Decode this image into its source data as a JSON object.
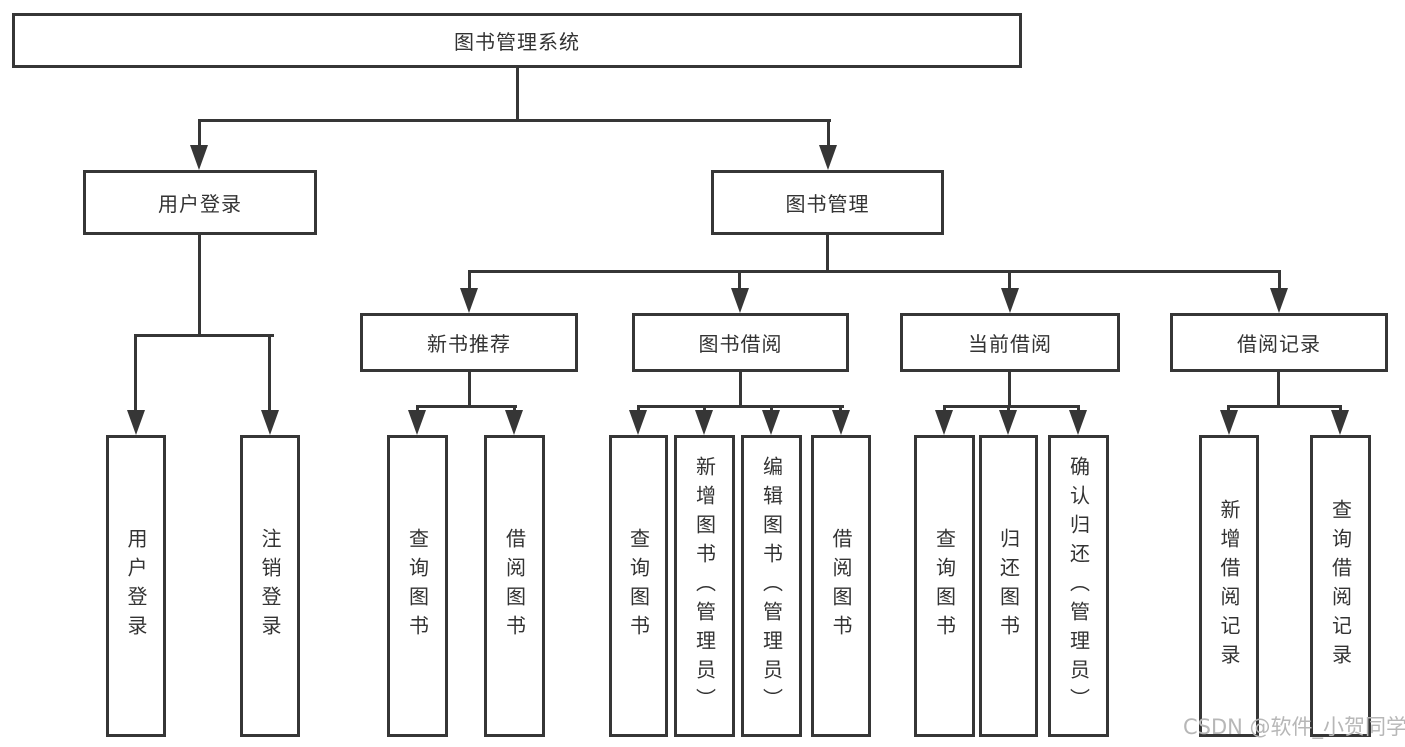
{
  "diagram": {
    "type": "tree",
    "tree": {
      "root": {
        "label": "图书管理系统"
      },
      "children": [
        {
          "label": "用户登录",
          "children": [
            {
              "label": "用户登录"
            },
            {
              "label": "注销登录"
            }
          ]
        },
        {
          "label": "图书管理",
          "children": [
            {
              "label": "新书推荐",
              "children": [
                {
                  "label": "查询图书"
                },
                {
                  "label": "借阅图书"
                }
              ]
            },
            {
              "label": "图书借阅",
              "children": [
                {
                  "label": "查询图书"
                },
                {
                  "label": "新增图书（管理员）"
                },
                {
                  "label": "编辑图书（管理员）"
                },
                {
                  "label": "借阅图书"
                }
              ]
            },
            {
              "label": "当前借阅",
              "children": [
                {
                  "label": "查询图书"
                },
                {
                  "label": "归还图书"
                },
                {
                  "label": "确认归还（管理员）"
                }
              ]
            },
            {
              "label": "借阅记录",
              "children": [
                {
                  "label": "新增借阅记录"
                },
                {
                  "label": "查询借阅记录"
                }
              ]
            }
          ]
        }
      ]
    },
    "watermark": "CSDN @软件_小贺同学",
    "colors": {
      "line": "#363636",
      "text": "#333333",
      "watermark": "#b7b7b7",
      "background": "#ffffff"
    }
  }
}
